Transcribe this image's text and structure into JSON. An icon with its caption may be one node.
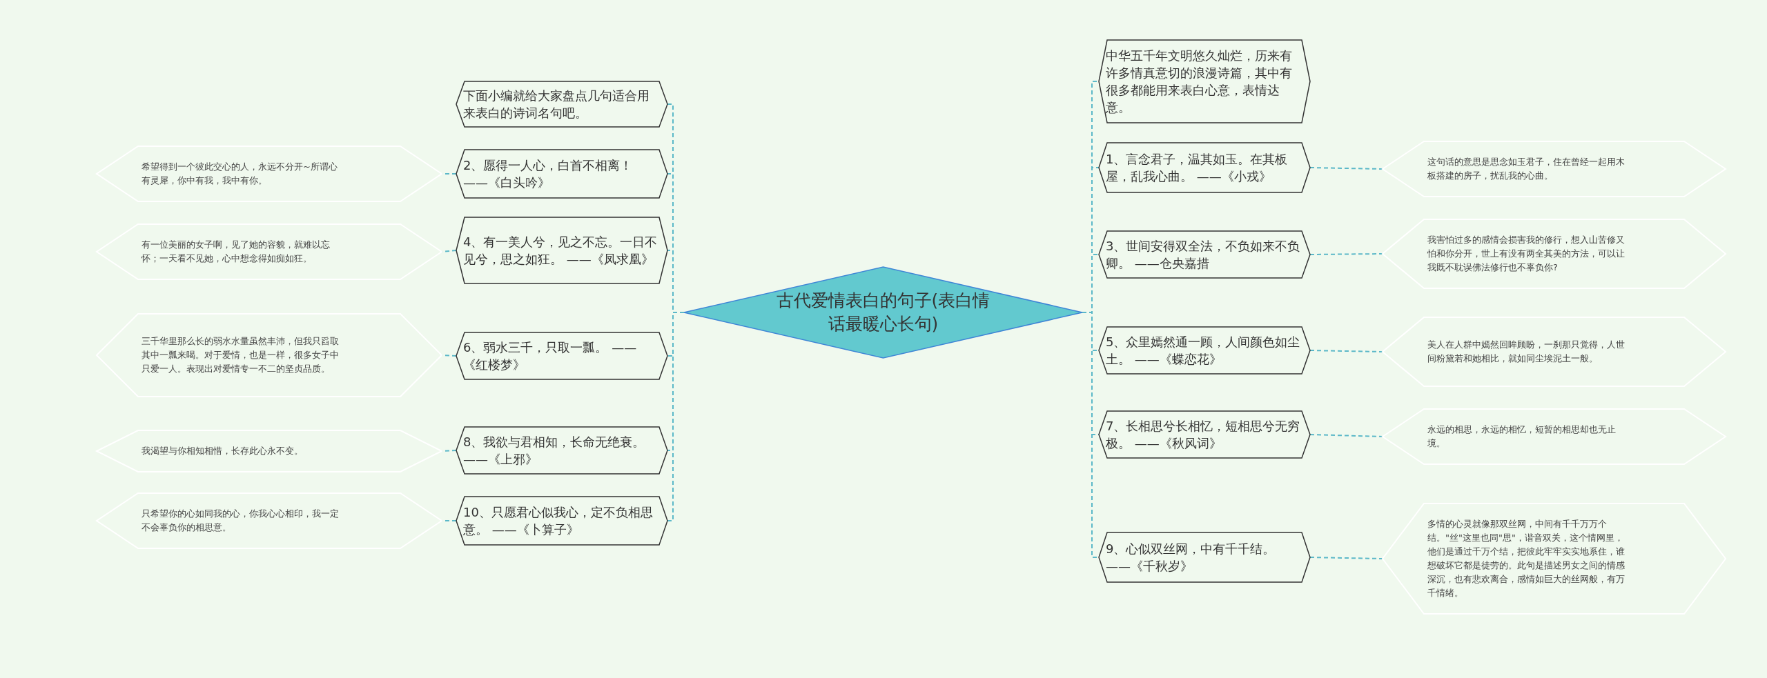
{
  "diagram": {
    "nodes": [
      {
        "text": [
          "古代爱情表白的句子(表白情话最暖心长句)"
        ]
      },
      {
        "text": [
          "下面小编就给大家盘点几句适合用来表白的诗词名句吧。"
        ]
      },
      {
        "text": [
          "2、愿得一人心，白首不相离！ ——《白头吟》"
        ]
      },
      {
        "text": [
          "4、有一美人兮，见之不忘。一日不见兮，思之如狂。 ——《凤求凰》"
        ]
      },
      {
        "text": [
          "6、弱水三千，只取一瓢。 ——《红楼梦》"
        ]
      },
      {
        "text": [
          "8、我欲与君相知，长命无绝衰。 ——《上邪》"
        ]
      },
      {
        "text": [
          "10、只愿君心似我心，定不负相思意。 ——《卜算子》"
        ]
      },
      {
        "text": [
          "希望得到一个彼此交心的人，永远不分开~所谓心有灵犀，你中有我，我中有你。"
        ]
      },
      {
        "text": [
          "有一位美丽的女子啊，见了她的容貌，就难以忘怀；一天看不见她，心中想念得如痴如狂。"
        ]
      },
      {
        "text": [
          "三千华里那么长的弱水水量虽然丰沛，但我只舀取其中一瓢来喝。对于爱情，也是一样，很多女子中只爱一人。表现出对爱情专一不二的坚贞品质。"
        ]
      },
      {
        "text": [
          "我渴望与你相知相惜，长存此心永不变。"
        ]
      },
      {
        "text": [
          "只希望你的心如同我的心，你我心心相印，我一定不会辜负你的相思意。"
        ]
      },
      {
        "text": [
          "中华五千年文明悠久灿烂，历来有许多情真意切的浪漫诗篇，其中有很多都能用来表白心意，表情达意。"
        ]
      },
      {
        "text": [
          "1、言念君子，温其如玉。在其板屋，乱我心曲。 ——《小戎》"
        ]
      },
      {
        "text": [
          "3、世间安得双全法，不负如来不负卿。 ——仓央嘉措"
        ]
      },
      {
        "text": [
          "5、众里嫣然通一顾，人间颜色如尘土。 ——《蝶恋花》"
        ]
      },
      {
        "text": [
          "7、长相思兮长相忆，短相思兮无穷极。 ——《秋风词》"
        ]
      },
      {
        "text": [
          "9、心似双丝网，中有千千结。 ——《千秋岁》"
        ]
      },
      {
        "text": [
          "这句话的意思是思念如玉君子，住在曾经一起用木板搭建的房子，扰乱我的心曲。"
        ]
      },
      {
        "text": [
          "我害怕过多的感情会损害我的修行，想入山苦修又怕和你分开，世上有没有两全其美的方法，可以让我既不耽误佛法修行也不辜负你?"
        ]
      },
      {
        "text": [
          "美人在人群中嫣然回眸顾盼，一刹那只觉得，人世间粉黛若和她相比，就如同尘埃泥土一般。"
        ]
      },
      {
        "text": [
          "永远的相思，永远的相忆，短暂的相思却也无止境。"
        ]
      },
      {
        "text": [
          "多情的心灵就像那双丝网，中间有千千万万个结。\"丝\"这里也同\"思\"，谐音双关，这个情网里，他们是通过千万个结，把彼此牢牢实实地系住，谁想破坏它都是徒劳的。此句是描述男女之间的情感深沉，也有悲欢离合，感情如巨大的丝网般，有万千情绪。"
        ]
      }
    ],
    "edges": [
      {
        "from": 0,
        "to": 1,
        "arrow": "none"
      },
      {
        "from": 0,
        "to": 2,
        "arrow": "none"
      },
      {
        "from": 0,
        "to": 3,
        "arrow": "none"
      },
      {
        "from": 0,
        "to": 4,
        "arrow": "none"
      },
      {
        "from": 0,
        "to": 5,
        "arrow": "none"
      },
      {
        "from": 0,
        "to": 6,
        "arrow": "none"
      },
      {
        "from": 2,
        "to": 7,
        "arrow": "none"
      },
      {
        "from": 3,
        "to": 8,
        "arrow": "none"
      },
      {
        "from": 4,
        "to": 9,
        "arrow": "none"
      },
      {
        "from": 5,
        "to": 10,
        "arrow": "none"
      },
      {
        "from": 6,
        "to": 11,
        "arrow": "none"
      },
      {
        "from": 0,
        "to": 12,
        "arrow": "none"
      },
      {
        "from": 0,
        "to": 13,
        "arrow": "none"
      },
      {
        "from": 0,
        "to": 14,
        "arrow": "none"
      },
      {
        "from": 0,
        "to": 15,
        "arrow": "none"
      },
      {
        "from": 0,
        "to": 16,
        "arrow": "none"
      },
      {
        "from": 0,
        "to": 17,
        "arrow": "none"
      },
      {
        "from": 13,
        "to": 18,
        "arrow": "none"
      },
      {
        "from": 14,
        "to": 19,
        "arrow": "none"
      },
      {
        "from": 15,
        "to": 20,
        "arrow": "none"
      },
      {
        "from": 16,
        "to": 21,
        "arrow": "none"
      },
      {
        "from": 17,
        "to": 22,
        "arrow": "none"
      }
    ]
  }
}
